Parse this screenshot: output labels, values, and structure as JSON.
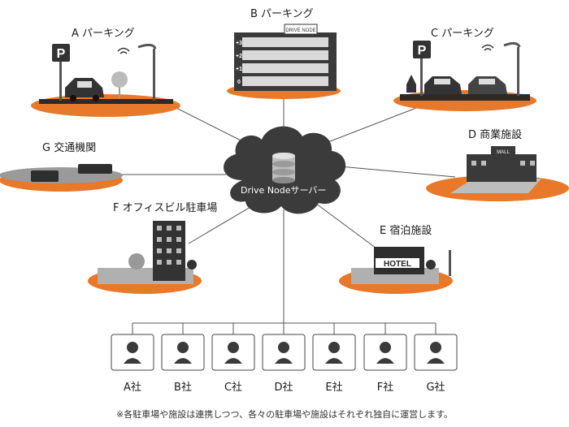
{
  "server": {
    "label": "Drive Nodeサーバー",
    "sign_text": "DRIVE NODE"
  },
  "nodes": {
    "a": {
      "label": "A パーキング",
      "sign": "P"
    },
    "b": {
      "label": "B パーキング",
      "floors": [
        "+3",
        "+2",
        "+1",
        "0"
      ]
    },
    "c": {
      "label": "C パーキング",
      "sign": "P"
    },
    "d": {
      "label": "D 商業施設",
      "sign": "MALL"
    },
    "e": {
      "label": "E 宿泊施設",
      "sign": "HOTEL"
    },
    "f": {
      "label": "F オフィスビル駐車場"
    },
    "g": {
      "label": "G 交通機関"
    }
  },
  "companies": [
    "A社",
    "B社",
    "C社",
    "D社",
    "E社",
    "F社",
    "G社"
  ],
  "footnote": "※各駐車場や施設は連携しつつ、各々の駐車場や施設はそれぞれ独自に運営します。",
  "colors": {
    "orange": "#e8782a",
    "dark": "#3a3a3a",
    "gray": "#9a9a9a",
    "line": "#555555"
  }
}
